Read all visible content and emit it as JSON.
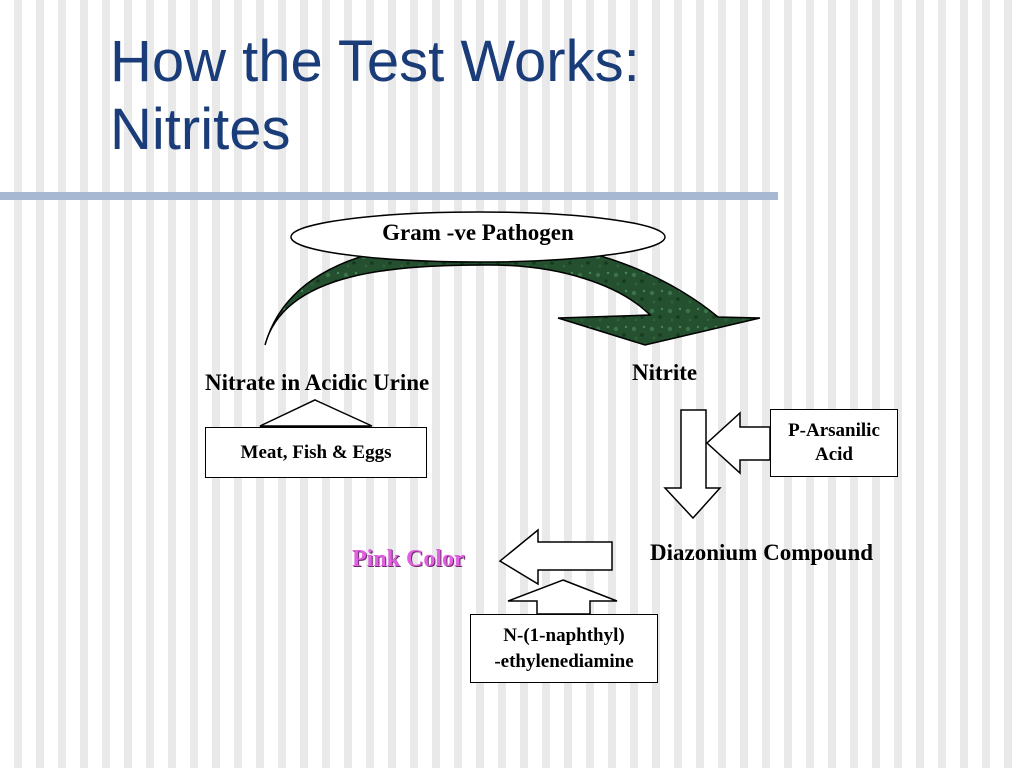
{
  "slide": {
    "title_line1": "How the Test Works:",
    "title_line2": "Nitrites"
  },
  "diagram": {
    "pathogen": "Gram -ve Pathogen",
    "nitrate": "Nitrate in Acidic Urine",
    "food_source": "Meat, Fish & Eggs",
    "nitrite": "Nitrite",
    "reagent1_line1": "P-Arsanilic",
    "reagent1_line2": "Acid",
    "diazonium": "Diazonium Compound",
    "result": "Pink Color",
    "reagent2_line1": "N-(1-naphthyl)",
    "reagent2_line2": "-ethylenediamine"
  },
  "colors": {
    "title": "#1a3d7a",
    "rule": "#a6b8d2",
    "curved_arrow": "#1f4a2c",
    "result_text": "#e060e0"
  },
  "icons": [
    "curved-arrow-icon",
    "up-arrow-icon",
    "down-arrow-icon",
    "left-arrow-icon"
  ]
}
